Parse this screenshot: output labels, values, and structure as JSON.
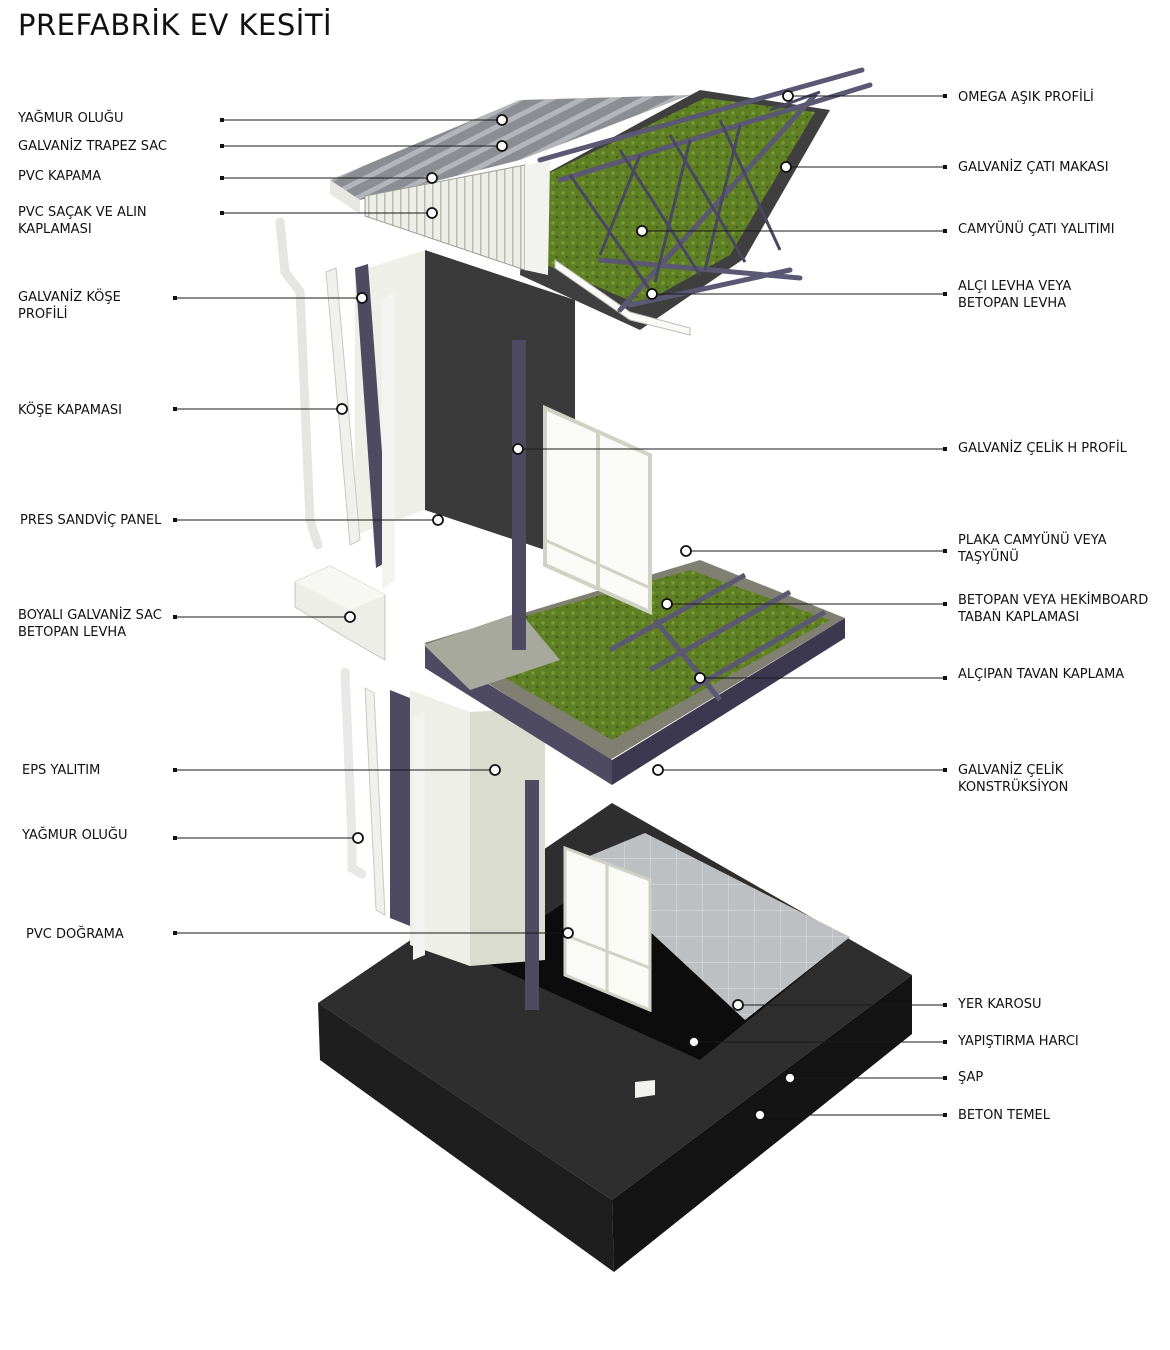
{
  "title": "PREFABRİK EV KESİTİ",
  "labels": {
    "left": [
      {
        "id": "yagmur-olugu-top",
        "text": "YAĞMUR OLUĞU"
      },
      {
        "id": "galvaniz-trapez-sac",
        "text": "GALVANİZ TRAPEZ SAC"
      },
      {
        "id": "pvc-kapama",
        "text": "PVC KAPAMA"
      },
      {
        "id": "pvc-sacak",
        "text": "PVC SAÇAK VE ALIN\nKAPLAMASI"
      },
      {
        "id": "galvaniz-kose-profili",
        "text": "GALVANİZ KÖŞE\nPROFİLİ"
      },
      {
        "id": "kose-kapamasi",
        "text": "KÖŞE KAPAMASI"
      },
      {
        "id": "pres-sandvic-panel",
        "text": "PRES SANDVİÇ PANEL"
      },
      {
        "id": "boyali-galvaniz-sac",
        "text": "BOYALI GALVANİZ SAC\nBETOPAN LEVHA"
      },
      {
        "id": "eps-yalitim",
        "text": "EPS YALITIM"
      },
      {
        "id": "yagmur-olugu-bottom",
        "text": "YAĞMUR OLUĞU"
      },
      {
        "id": "pvc-dograma",
        "text": "PVC DOĞRAMA"
      }
    ],
    "right": [
      {
        "id": "omega-asik-profili",
        "text": "OMEGA AŞIK PROFİLİ"
      },
      {
        "id": "galvaniz-cati-makasi",
        "text": "GALVANİZ ÇATI MAKASI"
      },
      {
        "id": "camyunu-cati-yalitimi",
        "text": "CAMYÜNÜ ÇATI YALITIMI"
      },
      {
        "id": "alci-levha",
        "text": "ALÇI LEVHA VEYA\nBETOPAN LEVHA"
      },
      {
        "id": "galvaniz-celik-h-profil",
        "text": "GALVANİZ ÇELİK H PROFİL"
      },
      {
        "id": "plaka-camyunu",
        "text": "PLAKA CAMYÜNÜ VEYA\nTAŞYÜNÜ"
      },
      {
        "id": "betopan-taban",
        "text": "BETOPAN VEYA HEKİMBOARD\nTABAN KAPLAMASI"
      },
      {
        "id": "alcipan-tavan",
        "text": "ALÇIPAN TAVAN KAPLAMA"
      },
      {
        "id": "galvaniz-celik-konstruksiyon",
        "text": "GALVANİZ ÇELİK\nKONSTRÜKSİYON"
      },
      {
        "id": "yer-karosu",
        "text": "YER KAROSU"
      },
      {
        "id": "yapistirma-harci",
        "text": "YAPIŞTIRMA HARCI"
      },
      {
        "id": "sap",
        "text": "ŞAP"
      },
      {
        "id": "beton-temel",
        "text": "BETON TEMEL"
      }
    ]
  },
  "colors": {
    "leader": "#1a1a1a",
    "panel": "#d4d9c6",
    "steel": "#5b5873",
    "insulation": "#6b8a2a",
    "concrete": "#2b2b2b",
    "tile": "#b9bcbf"
  }
}
